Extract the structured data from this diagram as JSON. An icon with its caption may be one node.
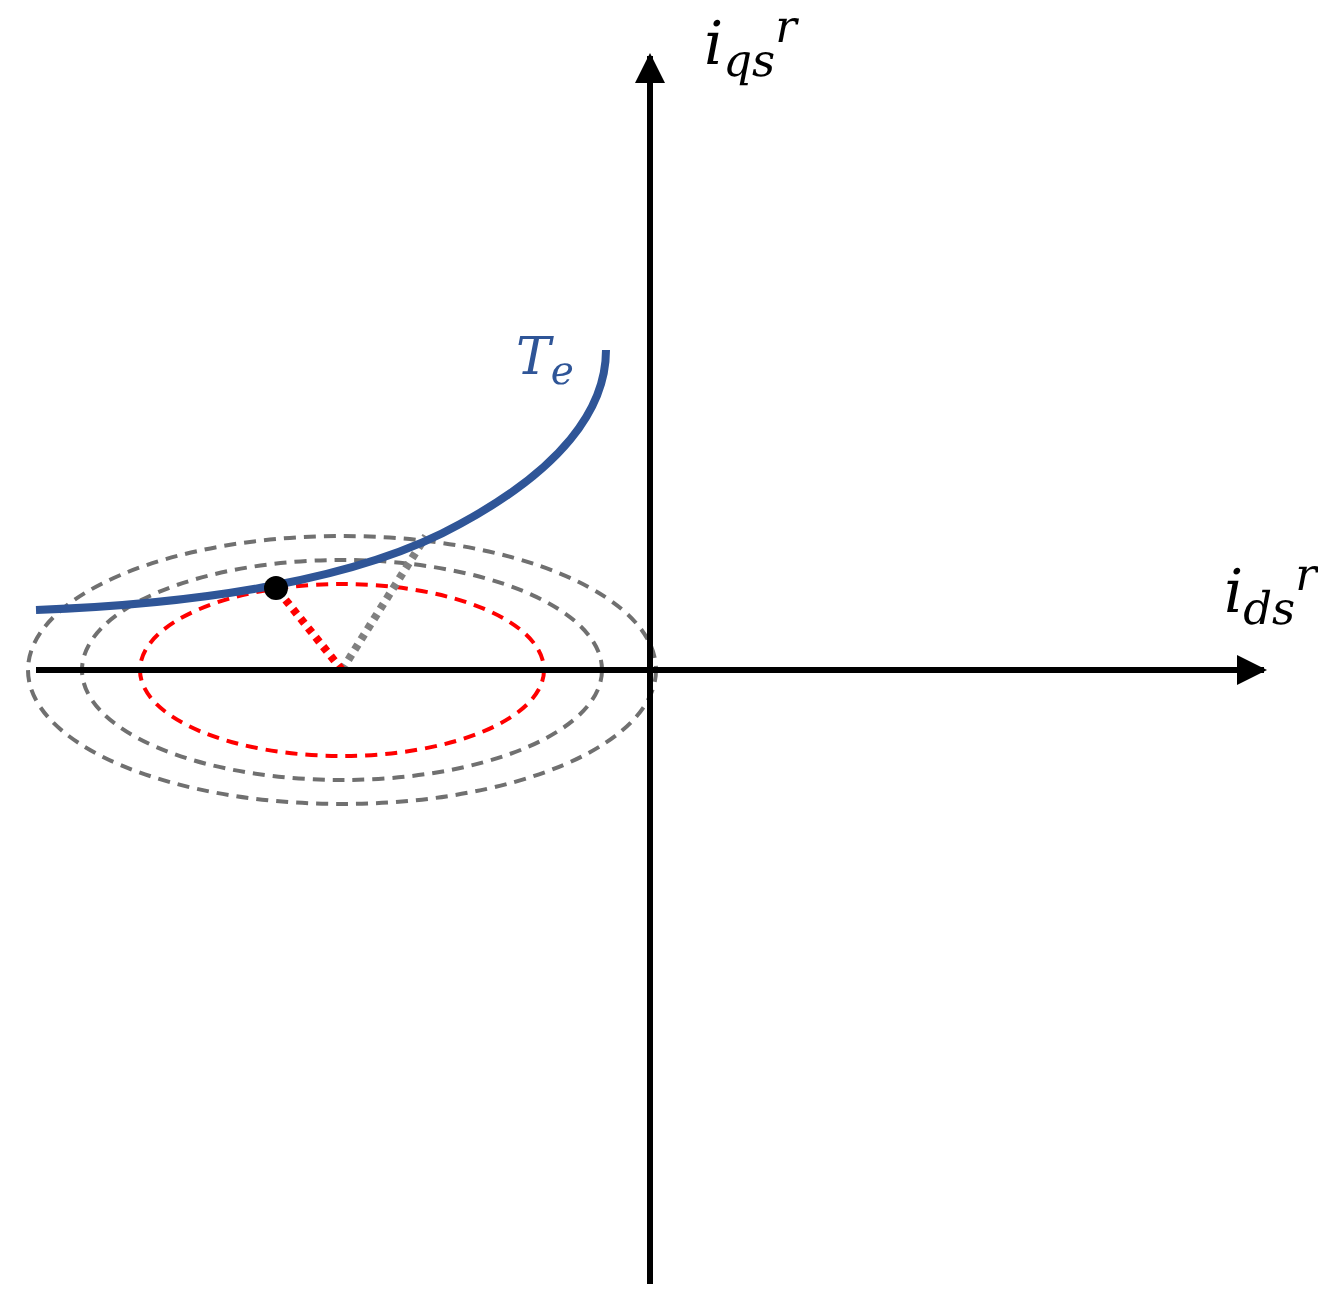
{
  "diagram": {
    "labels": [
      "i$_{qs}$$^{r}$",
      "T$_{e}$",
      "i$_{ds}$$^{r}$"
    ]
  }
}
